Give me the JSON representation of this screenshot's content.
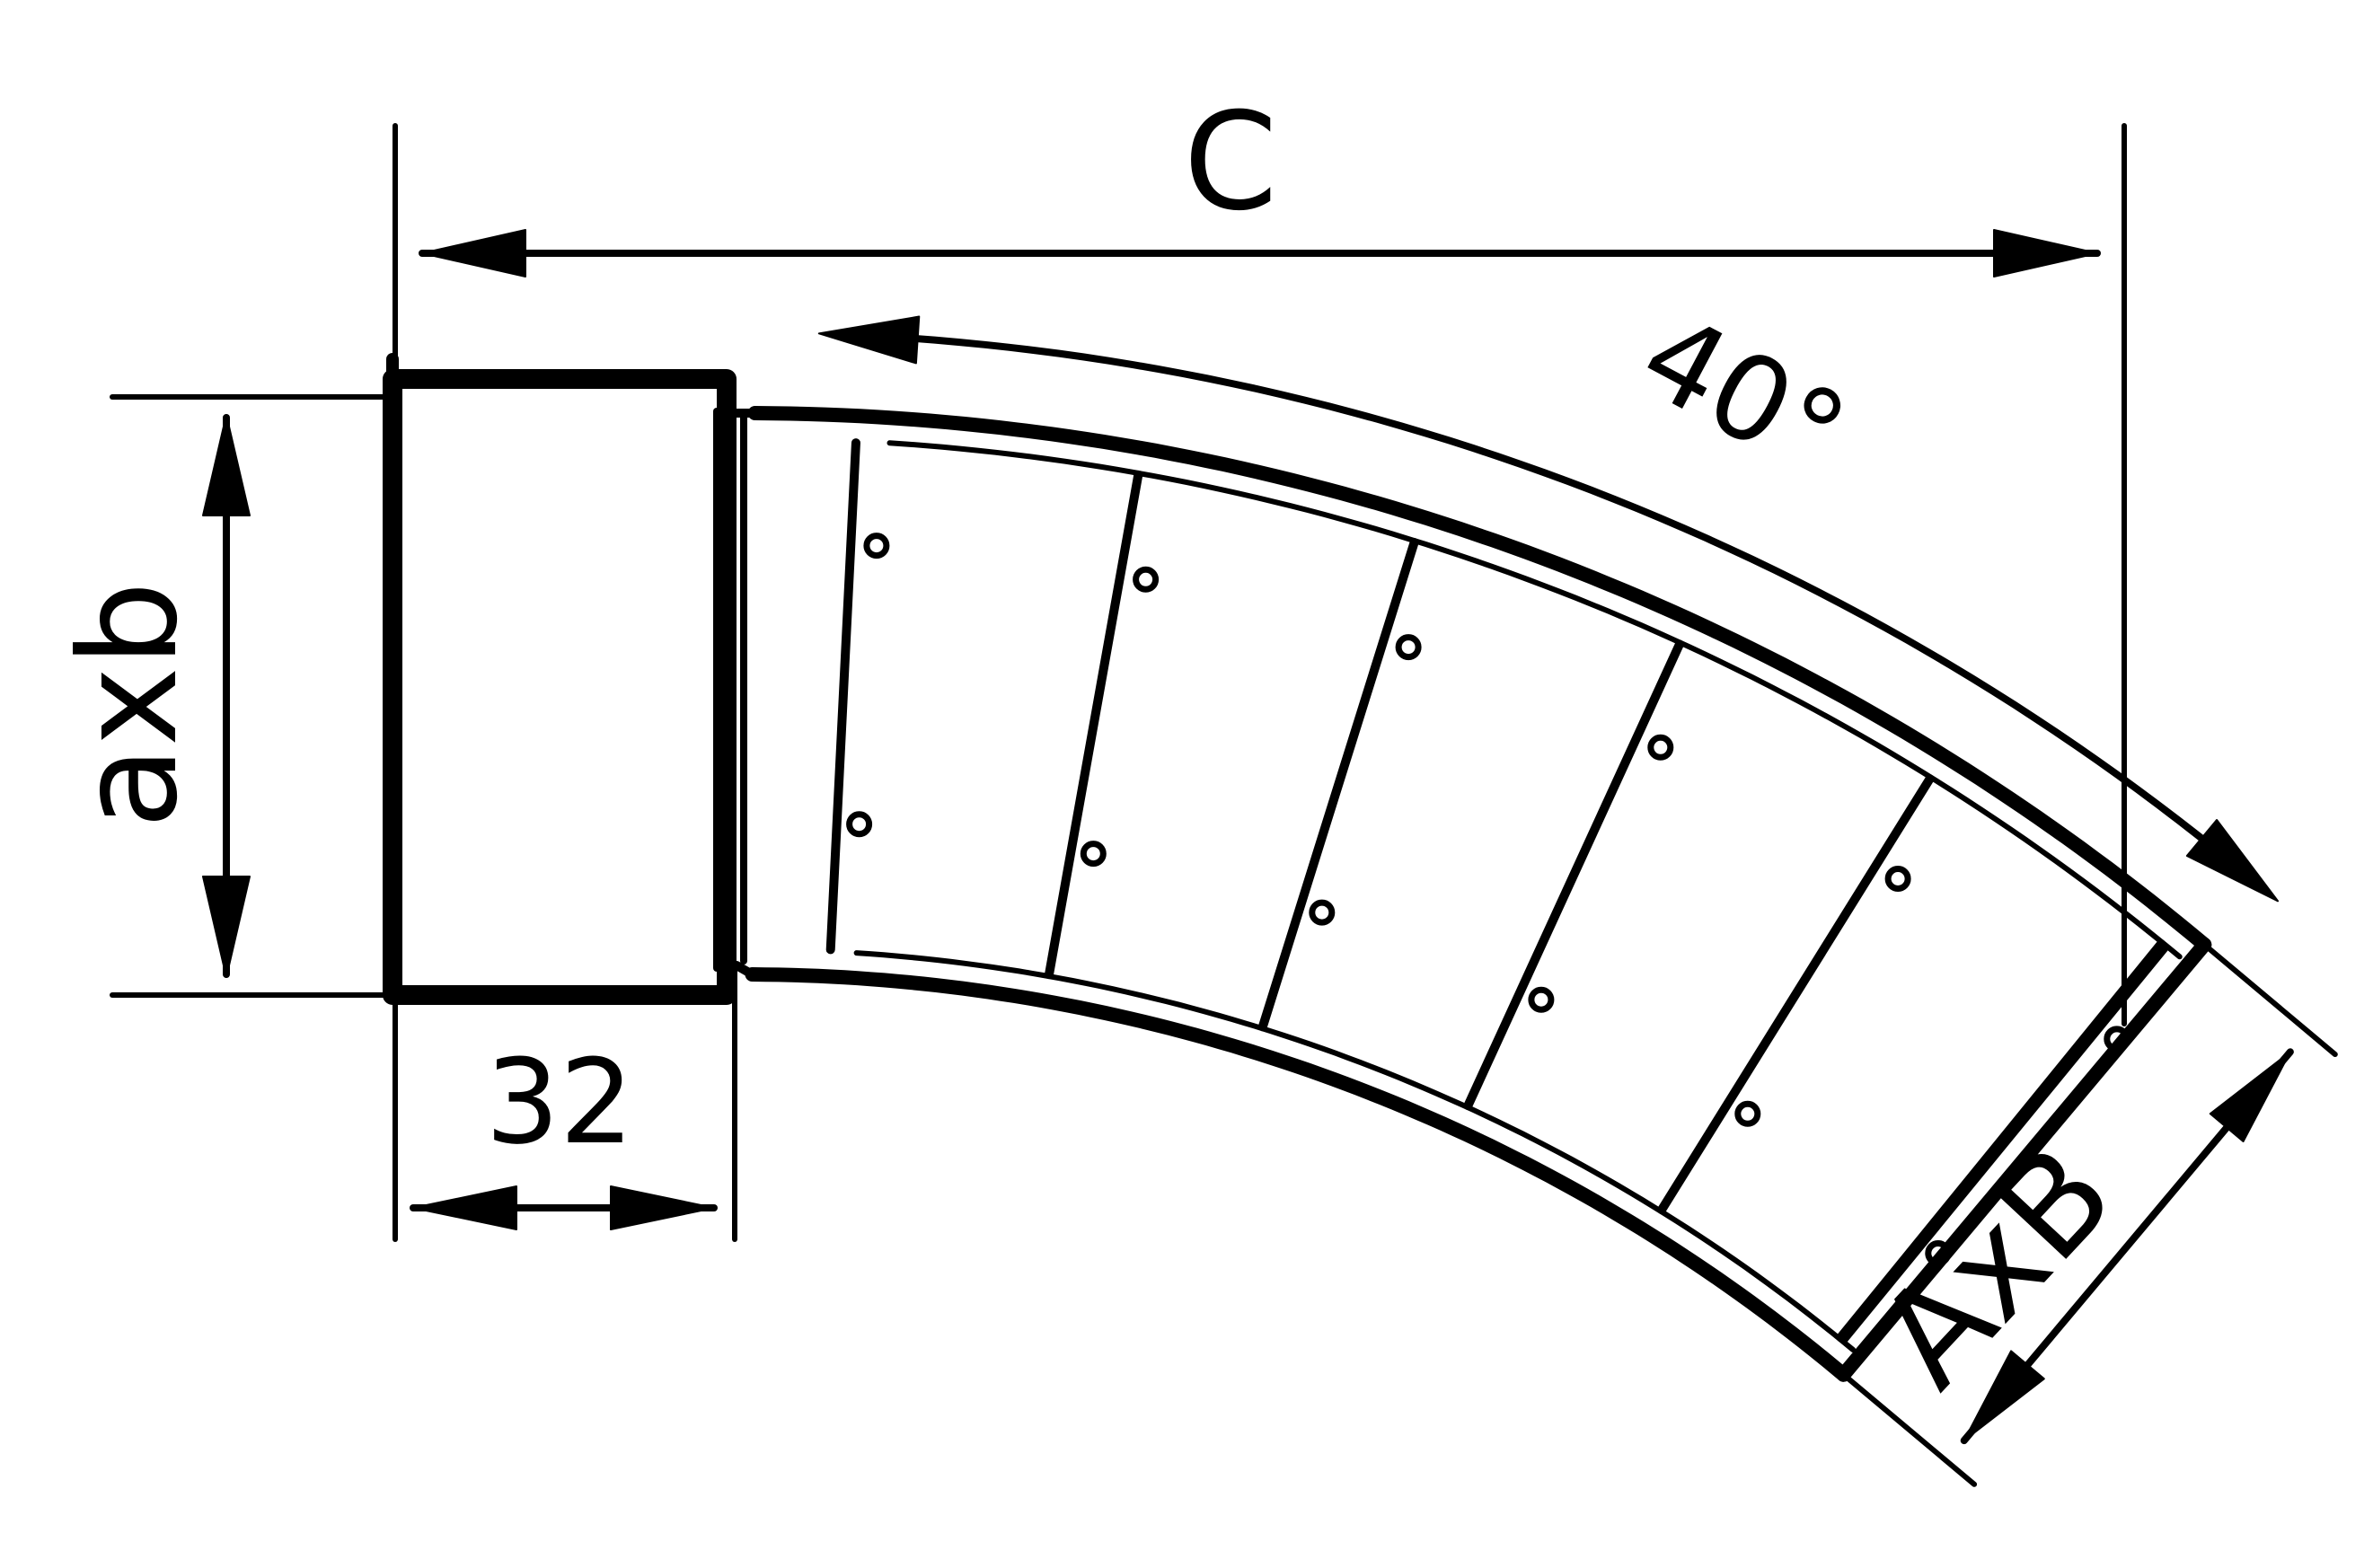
{
  "labels": {
    "c": "C",
    "angle": "40°",
    "inlet_size": "axb",
    "outlet_size": "AxB",
    "collar_length": "32"
  },
  "colors": {
    "ink": "#000000",
    "background": "#ffffff"
  }
}
